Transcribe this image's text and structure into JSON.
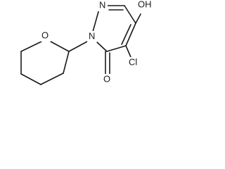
{
  "molecule": {
    "atoms": {
      "n1": "N",
      "n2": "N",
      "o_ring": "O",
      "oh": "OH",
      "cl": "Cl",
      "o_carbonyl": "O"
    },
    "colors": {
      "bond": "#1a1a1a",
      "label": "#1a1a1a",
      "background": "#ffffff"
    }
  }
}
